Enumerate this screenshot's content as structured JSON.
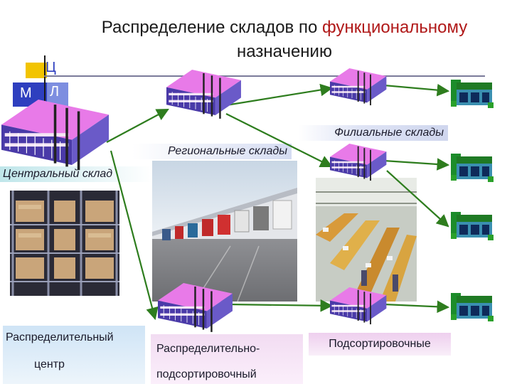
{
  "title": {
    "part1": "Распределение складов по ",
    "part2": "функциональному",
    "part3": "назначению"
  },
  "logo": {
    "letter_top": "Ц",
    "letter_left": "М",
    "letter_right": "Л"
  },
  "labels": {
    "branch": "Филиальные склады",
    "regional": "Региональные склады",
    "central": "Центральный склад",
    "distribution_line1": "Распределительный",
    "distribution_line2": "центр",
    "dist_sort_line1": "Распределительно-",
    "dist_sort_line2": "подсортировочный",
    "sorting": "Подсортировочные"
  },
  "colors": {
    "title_highlight": "#b01818",
    "arrow": "#2e7d1e",
    "building_roof": "#e87ae8",
    "building_wall": "#4a3aa8",
    "shop_roof": "#1f7a24",
    "shop_wall": "#3a8fb0"
  },
  "icons": [
    "warehouse-icon",
    "shop-icon"
  ]
}
